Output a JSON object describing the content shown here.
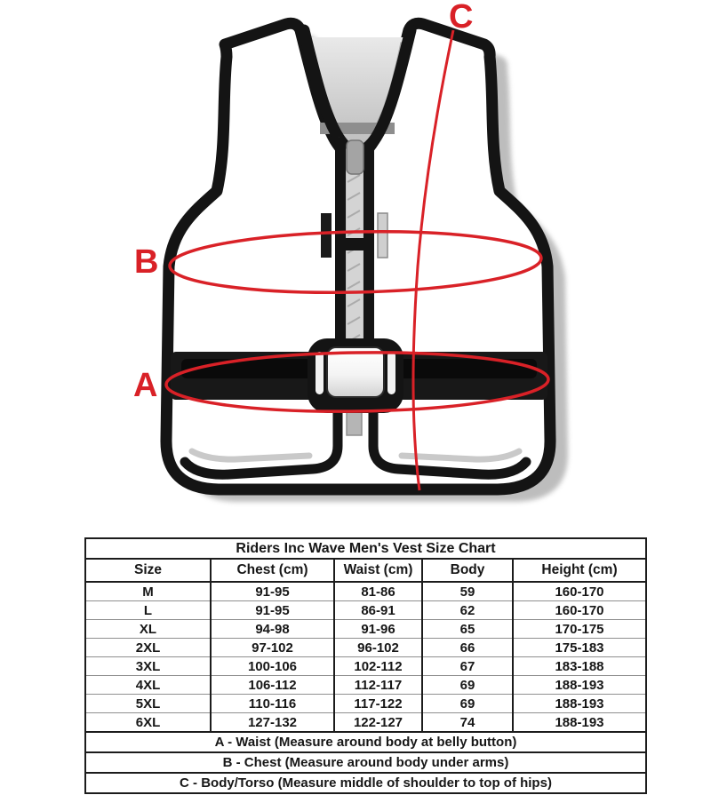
{
  "vest": {
    "labels": {
      "a": "A",
      "b": "B",
      "c": "C"
    },
    "annotation_color": "#d92127",
    "outline_color": "#141414",
    "shadow_color": "#b2b2b2"
  },
  "size_chart": {
    "title": "Riders Inc Wave Men's Vest Size Chart",
    "columns": [
      "Size",
      "Chest (cm)",
      "Waist (cm)",
      "Body",
      "Height (cm)"
    ],
    "rows": [
      {
        "size": "M",
        "chest": "91-95",
        "waist": "81-86",
        "body": "59",
        "height": "160-170"
      },
      {
        "size": "L",
        "chest": "91-95",
        "waist": "86-91",
        "body": "62",
        "height": "160-170"
      },
      {
        "size": "XL",
        "chest": "94-98",
        "waist": "91-96",
        "body": "65",
        "height": "170-175"
      },
      {
        "size": "2XL",
        "chest": "97-102",
        "waist": "96-102",
        "body": "66",
        "height": "175-183"
      },
      {
        "size": "3XL",
        "chest": "100-106",
        "waist": "102-112",
        "body": "67",
        "height": "183-188"
      },
      {
        "size": "4XL",
        "chest": "106-112",
        "waist": "112-117",
        "body": "69",
        "height": "188-193"
      },
      {
        "size": "5XL",
        "chest": "110-116",
        "waist": "117-122",
        "body": "69",
        "height": "188-193"
      },
      {
        "size": "6XL",
        "chest": "127-132",
        "waist": "122-127",
        "body": "74",
        "height": "188-193"
      }
    ],
    "footnotes": [
      "A - Waist (Measure around body at belly button)",
      "B - Chest (Measure around body under arms)",
      "C - Body/Torso (Measure middle of shoulder to top of hips)"
    ]
  },
  "chart_data": {
    "type": "table",
    "title": "Riders Inc Wave Men's Vest Size Chart",
    "columns": [
      "Size",
      "Chest (cm)",
      "Waist (cm)",
      "Body",
      "Height (cm)"
    ],
    "rows": [
      [
        "M",
        "91-95",
        "81-86",
        "59",
        "160-170"
      ],
      [
        "L",
        "91-95",
        "86-91",
        "62",
        "160-170"
      ],
      [
        "XL",
        "94-98",
        "91-96",
        "65",
        "170-175"
      ],
      [
        "2XL",
        "97-102",
        "96-102",
        "66",
        "175-183"
      ],
      [
        "3XL",
        "100-106",
        "102-112",
        "67",
        "183-188"
      ],
      [
        "4XL",
        "106-112",
        "112-117",
        "69",
        "188-193"
      ],
      [
        "5XL",
        "110-116",
        "117-122",
        "69",
        "188-193"
      ],
      [
        "6XL",
        "127-132",
        "122-127",
        "74",
        "188-193"
      ]
    ],
    "annotations": [
      "A - Waist (Measure around body at belly button)",
      "B - Chest (Measure around body under arms)",
      "C - Body/Torso (Measure middle of shoulder to top of hips)"
    ]
  }
}
